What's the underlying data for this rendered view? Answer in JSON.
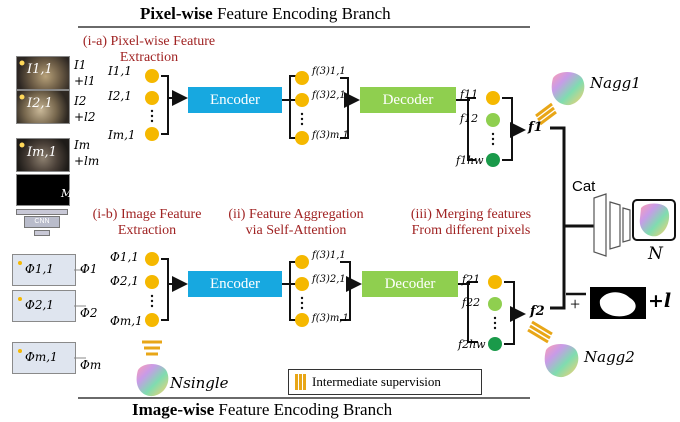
{
  "titles": {
    "top_bold": "Pixel-wise",
    "top_rest": " Feature Encoding Branch",
    "bottom_bold": "Image-wise",
    "bottom_rest": " Feature Encoding Branch"
  },
  "annotations": {
    "ia_line1": "(i-a) Pixel-wise Feature",
    "ia_line2": "Extraction",
    "ib_line1": "(i-b) Image Feature",
    "ib_line2": "Extraction",
    "ii_line1": "(ii) Feature Aggregation",
    "ii_line2": "via Self-Attention",
    "iii_line1": "(iii) Merging features",
    "iii_line2": "From different pixels"
  },
  "blocks": {
    "encoder": "Encoder",
    "decoder": "Decoder",
    "cnn": "CNN",
    "cat": "Cat"
  },
  "symbols": {
    "img1": "I1,1",
    "img2": "I2,1",
    "imgm": "Im,1",
    "lt1a": "I1",
    "lt1b": "+l1",
    "lt2a": "I2",
    "lt2b": "+l2",
    "ltma": "Im",
    "ltmb": "+lm",
    "mask": "M",
    "in1": "I1,1",
    "in2": "I2,1",
    "inm": "Im,1",
    "f1": "f(3)1,1",
    "f2": "f(3)2,1",
    "fm": "f(3)m,1",
    "o1": "f11",
    "o2": "f12",
    "ohw": "f1hw",
    "fsup1": "f1",
    "naggtop": "Nagg1",
    "phi1": "Φ1,1",
    "phi2": "Φ2,1",
    "phim": "Φm,1",
    "phis1": "Φ1",
    "phis2": "Φ2",
    "phism": "Φm",
    "bin1": "Φ1,1",
    "bin2": "Φ2,1",
    "binm": "Φm,1",
    "bf1": "f(3)1,1",
    "bf2": "f(3)2,1",
    "bfm": "f(3)m,1",
    "bo1": "f21",
    "bo2": "f22",
    "bohw": "f2hw",
    "fsup2": "f2",
    "naggbot": "Nagg2",
    "nsingle": "Nsingle",
    "nout": "N",
    "plus": "+",
    "plusl": "+l"
  },
  "legend": {
    "label": "Intermediate supervision"
  },
  "colors": {
    "encoder": "#17a8e0",
    "decoder": "#8fcf4f",
    "dot_yellow": "#f5b800",
    "dot_green_light": "#8fcf4f",
    "dot_green_dark": "#1a9a4a",
    "annotation": "#a02323",
    "supervision": "#e8a617"
  }
}
